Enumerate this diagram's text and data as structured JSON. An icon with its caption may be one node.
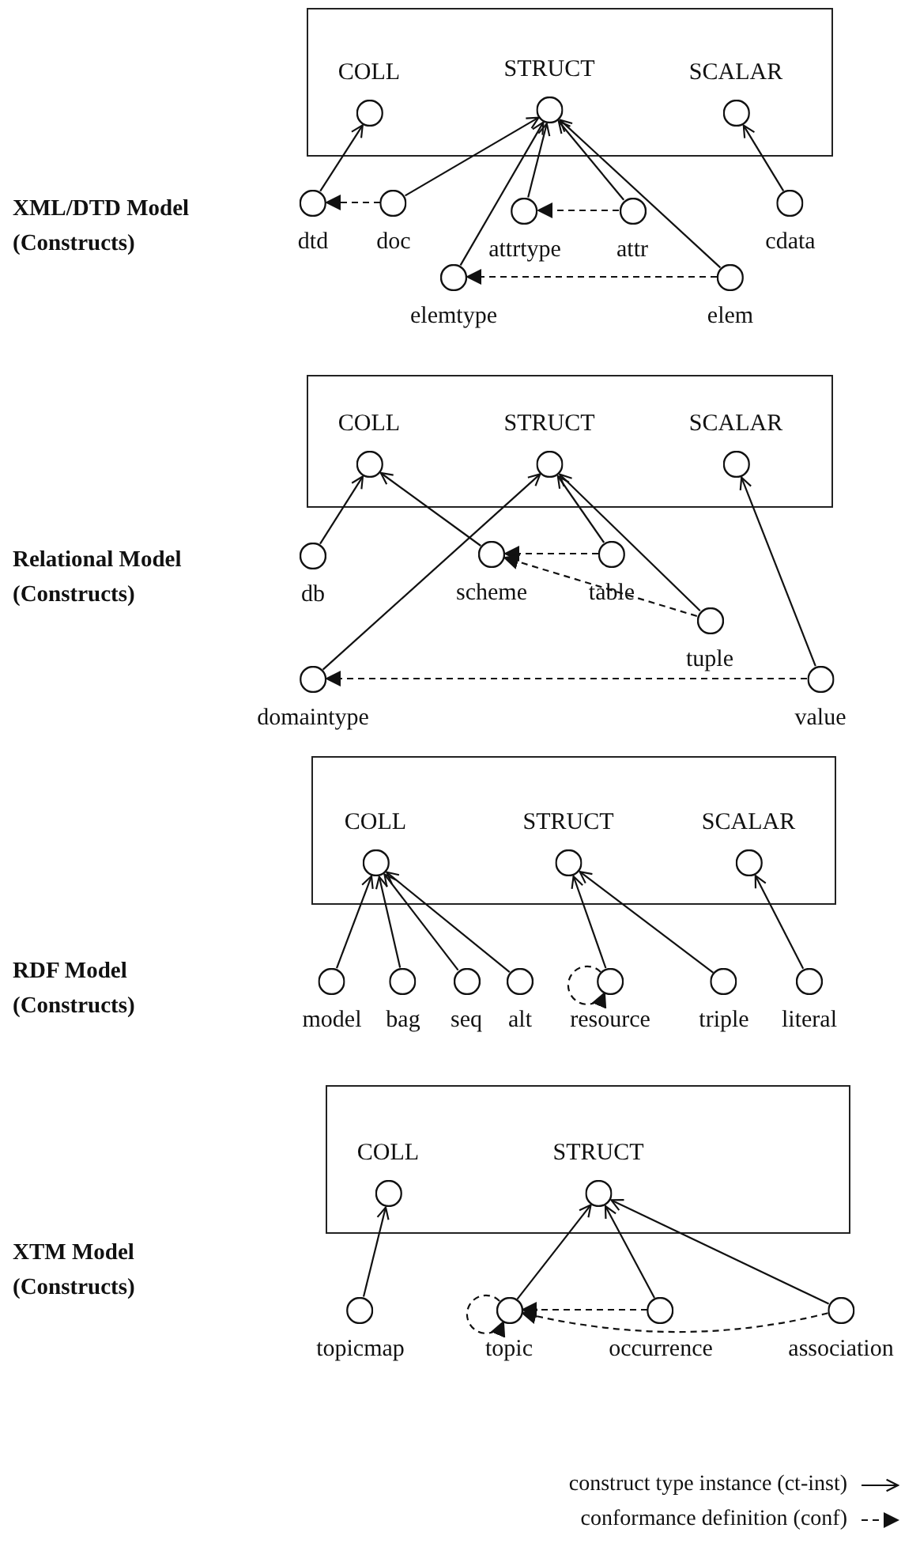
{
  "diagram": {
    "nodes": [
      {
        "text": [],
        "shape": "box"
      },
      {
        "text": [
          "COLL"
        ],
        "in": 0
      },
      {
        "text": [
          "STRUCT"
        ],
        "in": 0
      },
      {
        "text": [
          "SCALAR"
        ],
        "in": 0
      },
      {
        "text": [
          "dtd"
        ]
      },
      {
        "text": [
          "doc"
        ]
      },
      {
        "text": [
          "attrtype"
        ]
      },
      {
        "text": [
          "attr"
        ]
      },
      {
        "text": [
          "cdata"
        ]
      },
      {
        "text": [
          "elemtype"
        ]
      },
      {
        "text": [
          "elem"
        ]
      },
      {
        "text": [],
        "shape": "box"
      },
      {
        "text": [
          "COLL"
        ],
        "in": 11
      },
      {
        "text": [
          "STRUCT"
        ],
        "in": 11
      },
      {
        "text": [
          "SCALAR"
        ],
        "in": 11
      },
      {
        "text": [
          "db"
        ]
      },
      {
        "text": [
          "scheme"
        ]
      },
      {
        "text": [
          "table"
        ]
      },
      {
        "text": [
          "tuple"
        ]
      },
      {
        "text": [
          "domaintype"
        ]
      },
      {
        "text": [
          "value"
        ]
      },
      {
        "text": [],
        "shape": "box"
      },
      {
        "text": [
          "COLL"
        ],
        "in": 21
      },
      {
        "text": [
          "STRUCT"
        ],
        "in": 21
      },
      {
        "text": [
          "SCALAR"
        ],
        "in": 21
      },
      {
        "text": [
          "model"
        ]
      },
      {
        "text": [
          "bag"
        ]
      },
      {
        "text": [
          "seq"
        ]
      },
      {
        "text": [
          "alt"
        ]
      },
      {
        "text": [
          "resource"
        ]
      },
      {
        "text": [
          "triple"
        ]
      },
      {
        "text": [
          "literal"
        ]
      },
      {
        "text": [],
        "shape": "box"
      },
      {
        "text": [
          "COLL"
        ],
        "in": 32
      },
      {
        "text": [
          "STRUCT"
        ],
        "in": 32
      },
      {
        "text": [
          "topicmap"
        ]
      },
      {
        "text": [
          "topic"
        ]
      },
      {
        "text": [
          "occurrence"
        ]
      },
      {
        "text": [
          "association"
        ]
      }
    ],
    "edges": [
      {
        "from": 4,
        "to": 1,
        "arrow": "to"
      },
      {
        "from": 5,
        "to": 4,
        "arrow": "to",
        "style": "dashed"
      },
      {
        "from": 5,
        "to": 2,
        "arrow": "to"
      },
      {
        "from": 6,
        "to": 2,
        "arrow": "to"
      },
      {
        "from": 7,
        "to": 6,
        "arrow": "to",
        "style": "dashed"
      },
      {
        "from": 7,
        "to": 2,
        "arrow": "to"
      },
      {
        "from": 8,
        "to": 3,
        "arrow": "to"
      },
      {
        "from": 9,
        "to": 2,
        "arrow": "to"
      },
      {
        "from": 10,
        "to": 9,
        "arrow": "to",
        "style": "dashed"
      },
      {
        "from": 10,
        "to": 2,
        "arrow": "to"
      },
      {
        "from": 15,
        "to": 12,
        "arrow": "to"
      },
      {
        "from": 16,
        "to": 12,
        "arrow": "to"
      },
      {
        "from": 17,
        "to": 16,
        "arrow": "to",
        "style": "dashed"
      },
      {
        "from": 17,
        "to": 13,
        "arrow": "to"
      },
      {
        "from": 18,
        "to": 16,
        "arrow": "to",
        "style": "dashed"
      },
      {
        "from": 18,
        "to": 13,
        "arrow": "to"
      },
      {
        "from": 19,
        "to": 13,
        "arrow": "to"
      },
      {
        "from": 20,
        "to": 19,
        "arrow": "to",
        "style": "dashed"
      },
      {
        "from": 20,
        "to": 14,
        "arrow": "to"
      },
      {
        "from": 25,
        "to": 22,
        "arrow": "to"
      },
      {
        "from": 26,
        "to": 22,
        "arrow": "to"
      },
      {
        "from": 27,
        "to": 22,
        "arrow": "to"
      },
      {
        "from": 28,
        "to": 22,
        "arrow": "to"
      },
      {
        "from": 29,
        "to": 29,
        "arrow": "to",
        "style": "dashed"
      },
      {
        "from": 29,
        "to": 23,
        "arrow": "to"
      },
      {
        "from": 30,
        "to": 23,
        "arrow": "to"
      },
      {
        "from": 31,
        "to": 24,
        "arrow": "to"
      },
      {
        "from": 35,
        "to": 33,
        "arrow": "to"
      },
      {
        "from": 36,
        "to": 36,
        "arrow": "to",
        "style": "dashed"
      },
      {
        "from": 36,
        "to": 34,
        "arrow": "to"
      },
      {
        "from": 37,
        "to": 36,
        "arrow": "to",
        "style": "dashed"
      },
      {
        "from": 37,
        "to": 34,
        "arrow": "to"
      },
      {
        "from": 38,
        "to": 34,
        "arrow": "to"
      },
      {
        "from": 38,
        "to": 36,
        "arrow": "to",
        "style": "dashed"
      }
    ],
    "labels": [
      "XML/DTD Model (Constructs)",
      "Relational Model (Constructs)",
      "RDF Model (Constructs)",
      "XTM Model (Constructs)"
    ],
    "legend": [
      {
        "text": "construct type instance (ct-inst)"
      },
      {
        "text": "conformance definition (conf)"
      }
    ]
  }
}
